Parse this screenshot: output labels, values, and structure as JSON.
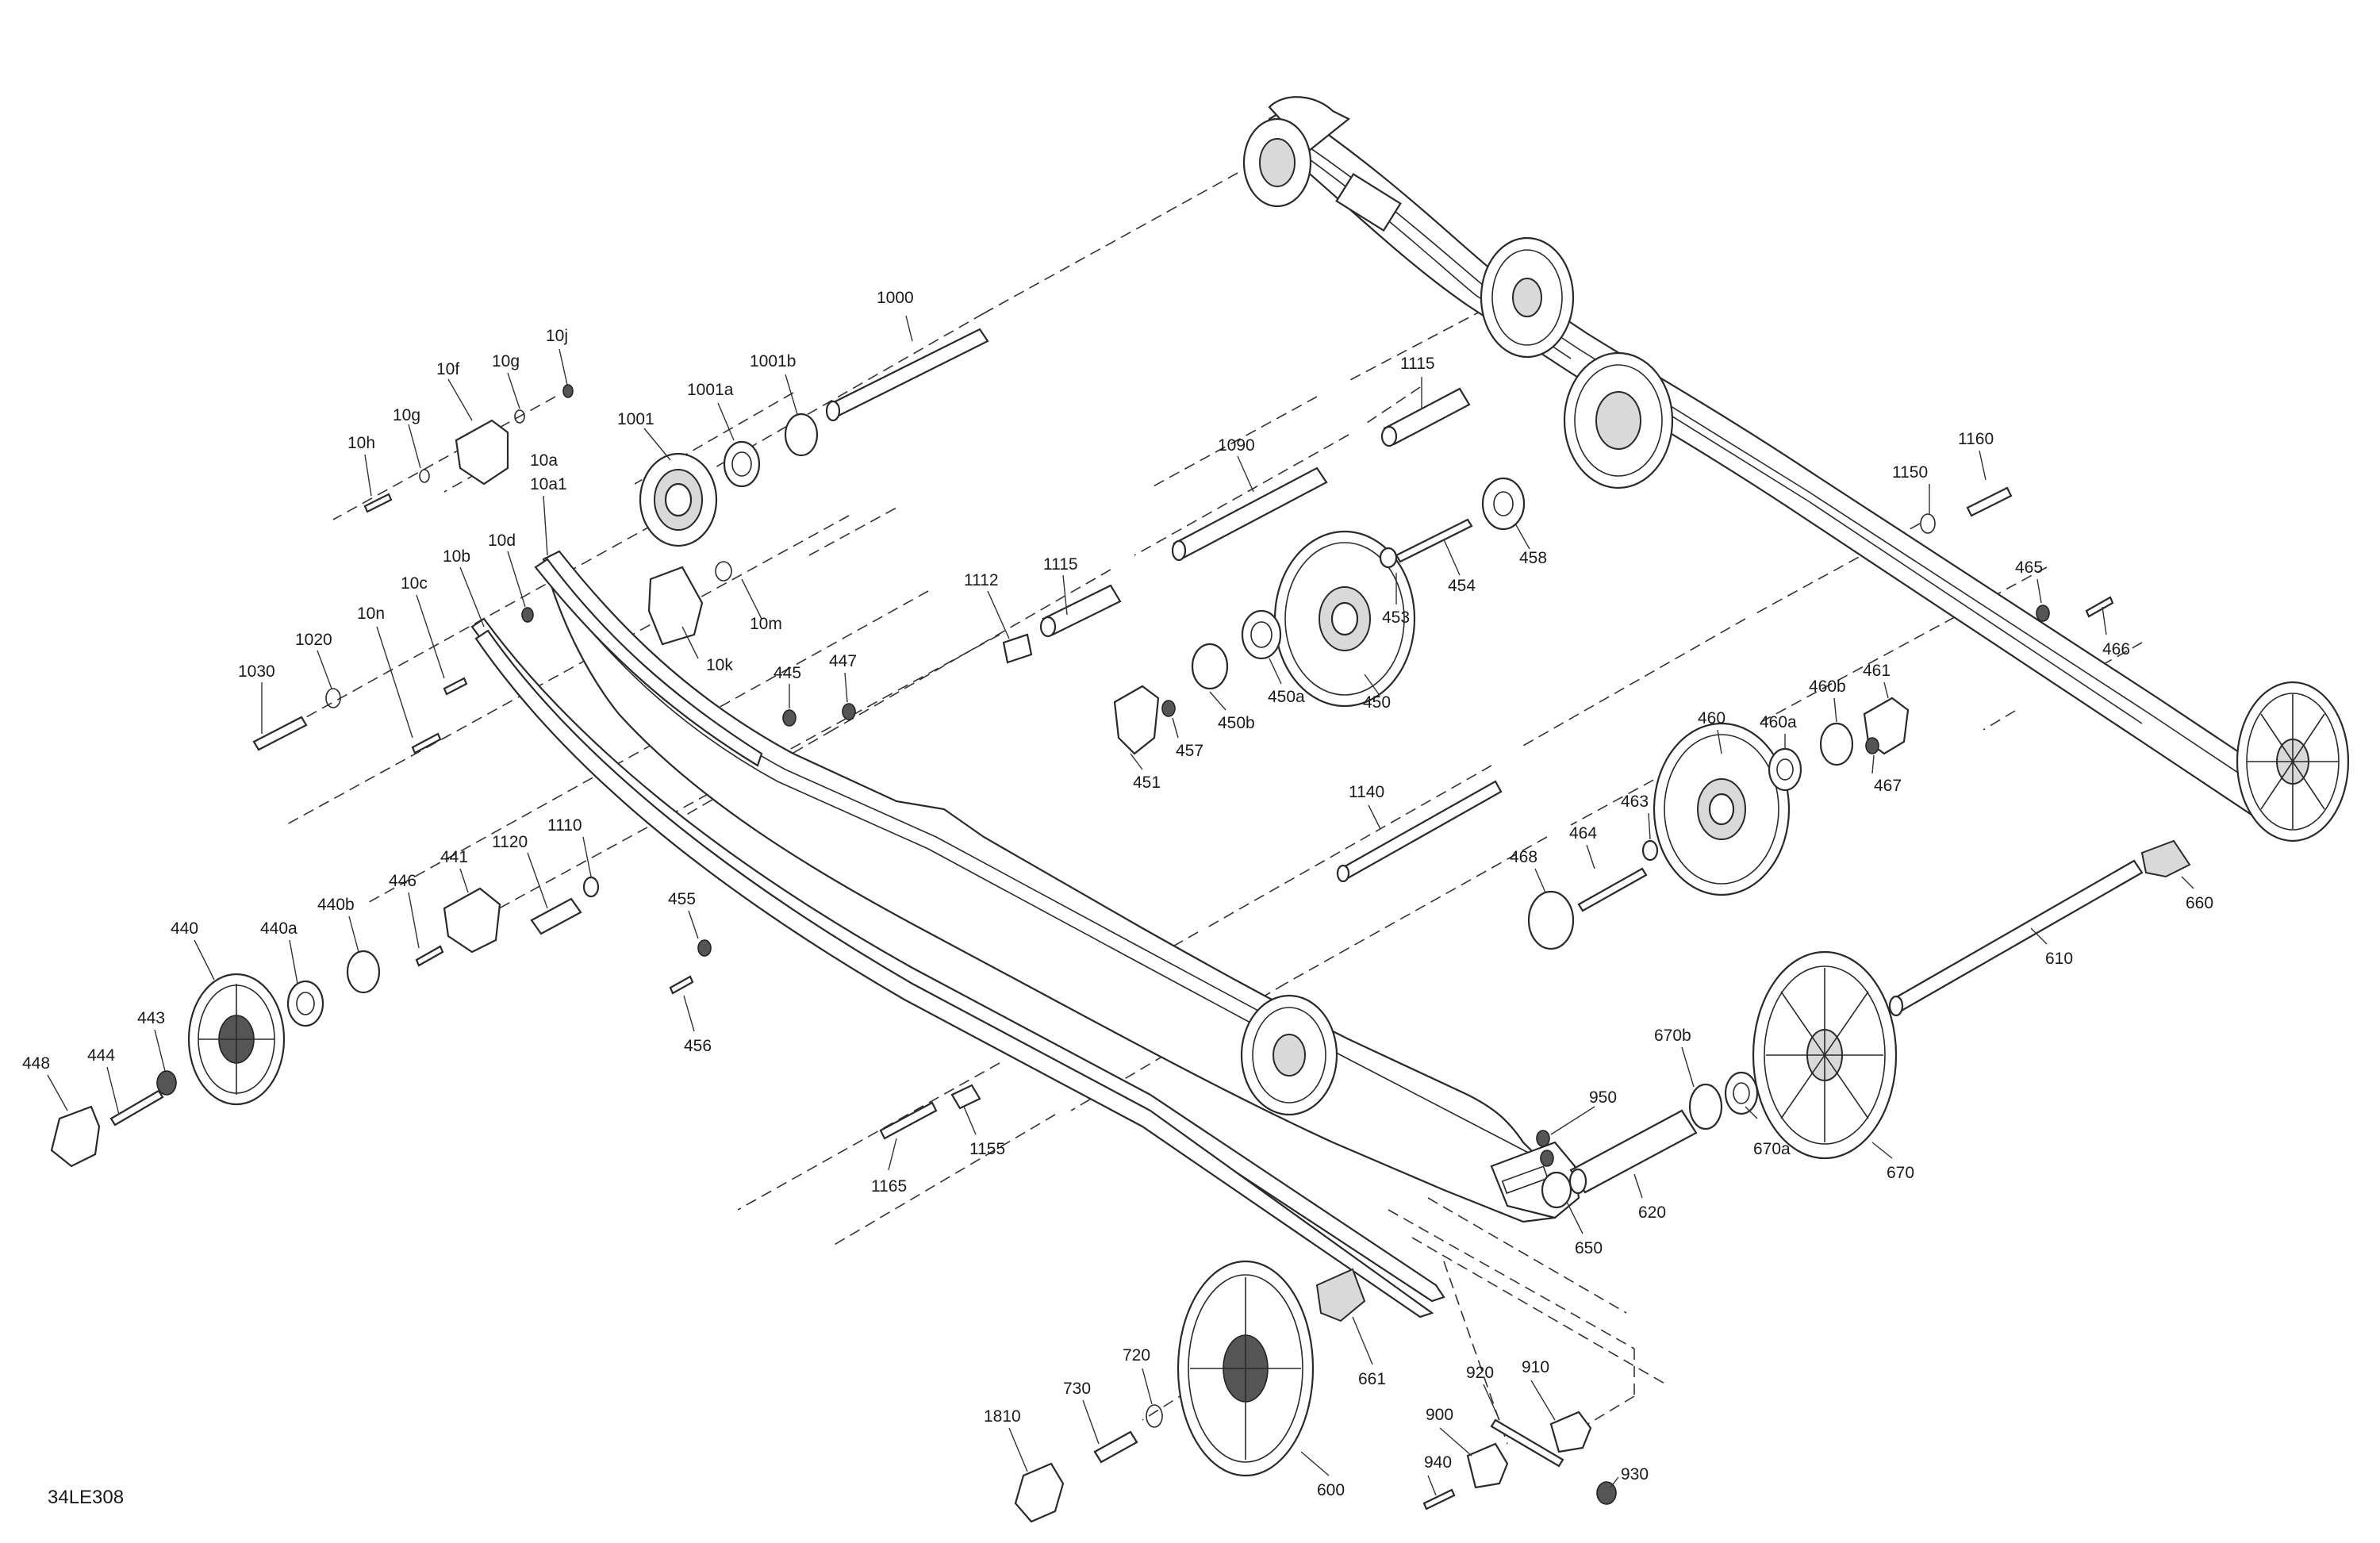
{
  "diagram": {
    "code": "34LE308",
    "callouts": [
      {
        "id": "c1000",
        "text": "1000"
      },
      {
        "id": "c1001",
        "text": "1001"
      },
      {
        "id": "c1001a",
        "text": "1001a"
      },
      {
        "id": "c1001b",
        "text": "1001b"
      },
      {
        "id": "c10j",
        "text": "10j"
      },
      {
        "id": "c10f",
        "text": "10f"
      },
      {
        "id": "c10g_top",
        "text": "10g"
      },
      {
        "id": "c10g_left",
        "text": "10g"
      },
      {
        "id": "c10h",
        "text": "10h"
      },
      {
        "id": "c10a",
        "text": "10a"
      },
      {
        "id": "c10a1",
        "text": "10a1"
      },
      {
        "id": "c10d",
        "text": "10d"
      },
      {
        "id": "c10b",
        "text": "10b"
      },
      {
        "id": "c10c",
        "text": "10c"
      },
      {
        "id": "c10n",
        "text": "10n"
      },
      {
        "id": "c1020",
        "text": "1020"
      },
      {
        "id": "c1030",
        "text": "1030"
      },
      {
        "id": "c10m",
        "text": "10m"
      },
      {
        "id": "c10k",
        "text": "10k"
      },
      {
        "id": "c1115_top",
        "text": "1115"
      },
      {
        "id": "c1115_mid",
        "text": "1115"
      },
      {
        "id": "c1090",
        "text": "1090"
      },
      {
        "id": "c1112",
        "text": "1112"
      },
      {
        "id": "c445",
        "text": "445"
      },
      {
        "id": "c447",
        "text": "447"
      },
      {
        "id": "c453",
        "text": "453"
      },
      {
        "id": "c454",
        "text": "454"
      },
      {
        "id": "c458",
        "text": "458"
      },
      {
        "id": "c450",
        "text": "450"
      },
      {
        "id": "c450a",
        "text": "450a"
      },
      {
        "id": "c450b",
        "text": "450b"
      },
      {
        "id": "c451",
        "text": "451"
      },
      {
        "id": "c457",
        "text": "457"
      },
      {
        "id": "c1150",
        "text": "1150"
      },
      {
        "id": "c1160",
        "text": "1160"
      },
      {
        "id": "c465",
        "text": "465"
      },
      {
        "id": "c466",
        "text": "466"
      },
      {
        "id": "c461",
        "text": "461"
      },
      {
        "id": "c460b",
        "text": "460b"
      },
      {
        "id": "c460a",
        "text": "460a"
      },
      {
        "id": "c460",
        "text": "460"
      },
      {
        "id": "c467",
        "text": "467"
      },
      {
        "id": "c463",
        "text": "463"
      },
      {
        "id": "c464",
        "text": "464"
      },
      {
        "id": "c468",
        "text": "468"
      },
      {
        "id": "c1140",
        "text": "1140"
      },
      {
        "id": "c660",
        "text": "660"
      },
      {
        "id": "c610",
        "text": "610"
      },
      {
        "id": "c1110",
        "text": "1110"
      },
      {
        "id": "c1120",
        "text": "1120"
      },
      {
        "id": "c441",
        "text": "441"
      },
      {
        "id": "c446",
        "text": "446"
      },
      {
        "id": "c440b",
        "text": "440b"
      },
      {
        "id": "c440a",
        "text": "440a"
      },
      {
        "id": "c440",
        "text": "440"
      },
      {
        "id": "c443",
        "text": "443"
      },
      {
        "id": "c444",
        "text": "444"
      },
      {
        "id": "c448",
        "text": "448"
      },
      {
        "id": "c455",
        "text": "455"
      },
      {
        "id": "c456",
        "text": "456"
      },
      {
        "id": "c1165",
        "text": "1165"
      },
      {
        "id": "c1155",
        "text": "1155"
      },
      {
        "id": "c670b",
        "text": "670b"
      },
      {
        "id": "c670a",
        "text": "670a"
      },
      {
        "id": "c670",
        "text": "670"
      },
      {
        "id": "c950",
        "text": "950"
      },
      {
        "id": "c620",
        "text": "620"
      },
      {
        "id": "c650",
        "text": "650"
      },
      {
        "id": "c661",
        "text": "661"
      },
      {
        "id": "c720",
        "text": "720"
      },
      {
        "id": "c730",
        "text": "730"
      },
      {
        "id": "c1810",
        "text": "1810"
      },
      {
        "id": "c600",
        "text": "600"
      },
      {
        "id": "c920",
        "text": "920"
      },
      {
        "id": "c910",
        "text": "910"
      },
      {
        "id": "c900",
        "text": "900"
      },
      {
        "id": "c940",
        "text": "940"
      },
      {
        "id": "c930",
        "text": "930"
      }
    ]
  }
}
